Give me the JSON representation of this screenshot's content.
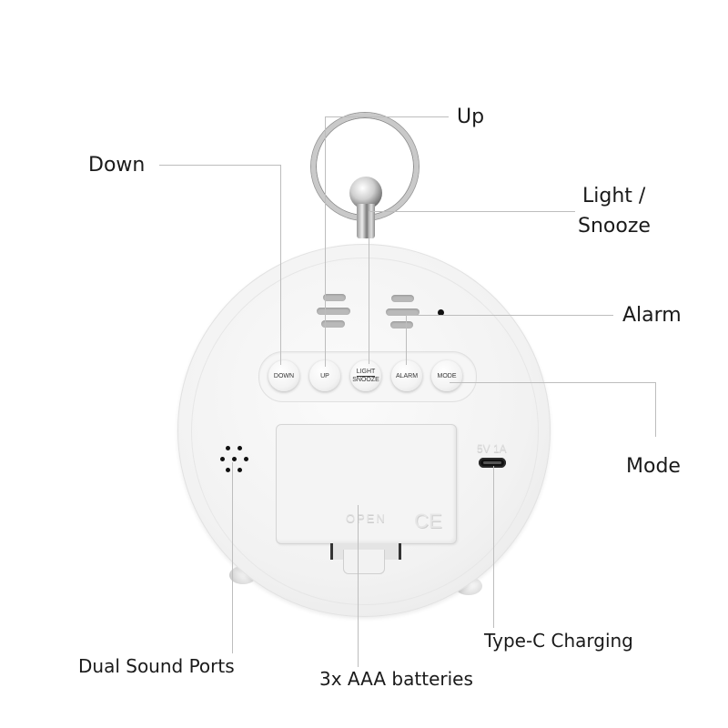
{
  "diagram": {
    "subject": "Alarm clock back panel",
    "callouts": {
      "down": "Down",
      "up": "Up",
      "light_snooze_line1": "Light /",
      "light_snooze_line2": "Snooze",
      "alarm": "Alarm",
      "mode": "Mode",
      "type_c": "Type-C Charging",
      "batteries": "3x AAA batteries",
      "sound_ports": "Dual Sound Ports"
    },
    "device_buttons": [
      {
        "id": "down",
        "label": "DOWN"
      },
      {
        "id": "up",
        "label": "UP"
      },
      {
        "id": "light_snooze",
        "label_top": "LIGHT",
        "label_bottom": "SNOOZE"
      },
      {
        "id": "alarm",
        "label": "ALARM"
      },
      {
        "id": "mode",
        "label": "MODE"
      }
    ],
    "markings": {
      "battery_door": "OPEN",
      "certification": "CE",
      "power_rating": "5V 1A"
    },
    "colors": {
      "leader_line": "#bdbdbd",
      "label_text": "#1a1a1a",
      "body": "#f2f2f2"
    }
  }
}
